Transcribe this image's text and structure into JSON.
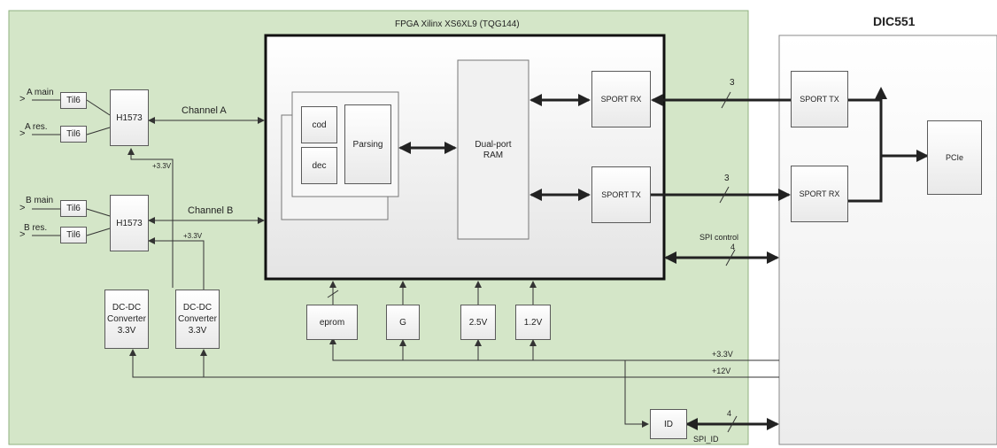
{
  "fpga": {
    "title": "FPGA  Xilinx  XS6XL9 (TQG144)"
  },
  "dic": {
    "title": "DIC551"
  },
  "inputs": {
    "a_main": "A main",
    "a_res": "A res.",
    "b_main": "B main",
    "b_res": "B res."
  },
  "blocks": {
    "til6_label": "Til6",
    "h1573_label": "H1573",
    "dcdc_label": "DC-DC\nConverter\n3.3V",
    "cod": "cod",
    "dec": "dec",
    "parsing": "Parsing",
    "dual_port_ram": "Dual-port\nRAM",
    "sport_rx": "SPORT RX",
    "sport_tx": "SPORT TX",
    "eprom": "eprom",
    "g": "G",
    "v25": "2.5V",
    "v12": "1.2V",
    "id": "ID",
    "pcie": "PCIe"
  },
  "signals": {
    "channel_a": "Channel A",
    "channel_b": "Channel B",
    "v33_a": "+3.3V",
    "v33_b": "+3.3V",
    "bus_width_3a": "3",
    "bus_width_3b": "3",
    "spi_control": "SPI control",
    "spi_width": "4",
    "supply_33": "+3.3V",
    "supply_12": "+12V",
    "spi_id_width": "4",
    "spi_id": "SPI_ID"
  }
}
